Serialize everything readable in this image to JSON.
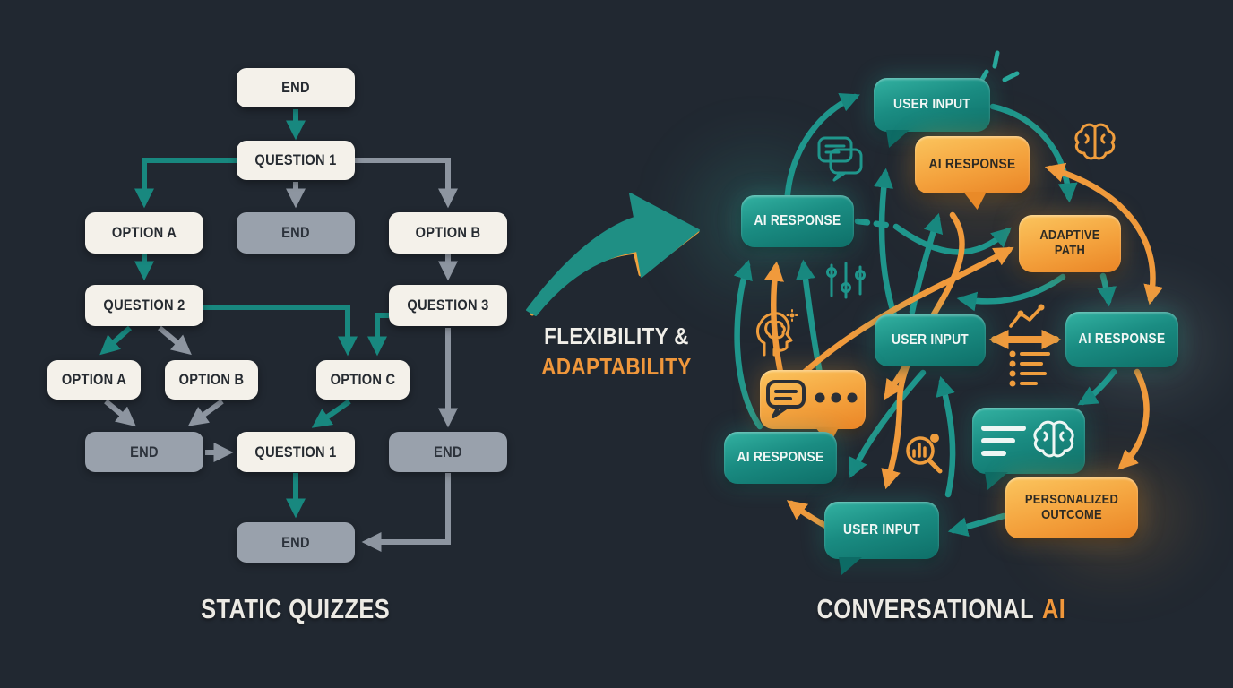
{
  "left": {
    "title": "STATIC QUIZZES",
    "nodes": {
      "end_top": "END",
      "q1": "QUESTION 1",
      "option_a": "OPTION A",
      "end_mid": "END",
      "option_b": "OPTION B",
      "q2": "QUESTION 2",
      "q3": "QUESTION 3",
      "option_a2": "OPTION A",
      "option_b2": "OPTION B",
      "option_c": "OPTION C",
      "end_left": "END",
      "q1b": "QUESTION 1",
      "end_right": "END",
      "end_bottom": "END"
    }
  },
  "center": {
    "line1": "FLEXIBILITY &",
    "line2": "ADAPTABILITY"
  },
  "right": {
    "title_main": "CONVERSATIONAL",
    "title_accent": "AI",
    "nodes": {
      "user_input_top": "USER INPUT",
      "ai_response_top": "AI RESPONSE",
      "ai_response_left": "AI RESPONSE",
      "adaptive_path": "ADAPTIVE PATH",
      "user_input_center": "USER INPUT",
      "ai_response_right": "AI RESPONSE",
      "ai_response_bottom_left": "AI RESPONSE",
      "personalized_outcome": "PERSONALIZED OUTCOME",
      "user_input_bottom": "USER INPUT"
    },
    "icons": [
      "sparkle-icon",
      "chat-bubbles-icon",
      "brain-icon",
      "workflow-icon",
      "head-brain-icon",
      "trend-icon",
      "list-icon",
      "magnifier-chart-icon",
      "message-dots-icon",
      "lines-brain-icon"
    ]
  },
  "colors": {
    "background": "#212831",
    "teal": "#18887f",
    "orange": "#f09a3c",
    "gray_node": "#99a1ac",
    "white_node": "#f4f1ea",
    "gray_arrow": "#8d95a0",
    "text_light": "#eceae4",
    "text_dark": "#262b31"
  }
}
